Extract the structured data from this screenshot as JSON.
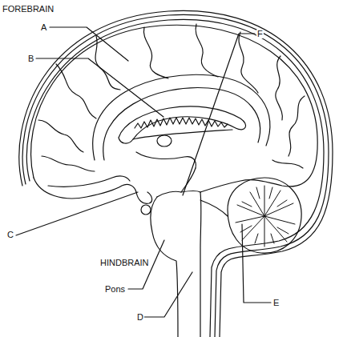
{
  "diagram": {
    "labels": [
      "FOREBRAIN",
      "A",
      "B",
      "F",
      "C",
      "HINDBRAIN",
      "Pons",
      "D",
      "E"
    ]
  }
}
